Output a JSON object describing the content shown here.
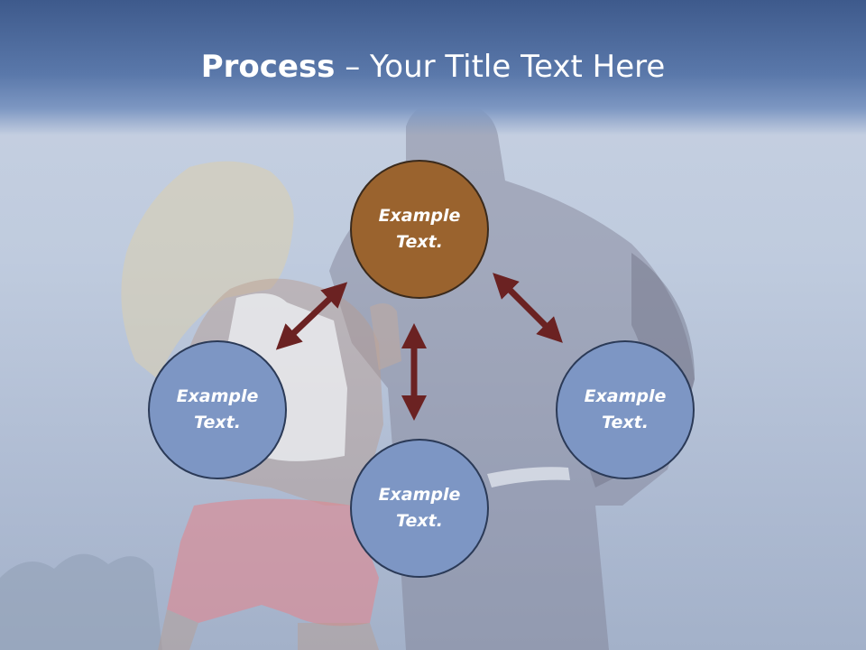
{
  "title": {
    "bold": "Process",
    "rest": " – Your Title Text Here"
  },
  "nodes": {
    "top": "Example Text.",
    "left": "Example Text.",
    "bottom": "Example Text.",
    "right": "Example Text."
  },
  "colors": {
    "title_band": "#4f6da0",
    "node_blue": "#7d96c4",
    "node_brown": "#9a632e",
    "arrow": "#6b2222"
  },
  "background": {
    "image": "faded photo of two athletes standing back to front"
  }
}
